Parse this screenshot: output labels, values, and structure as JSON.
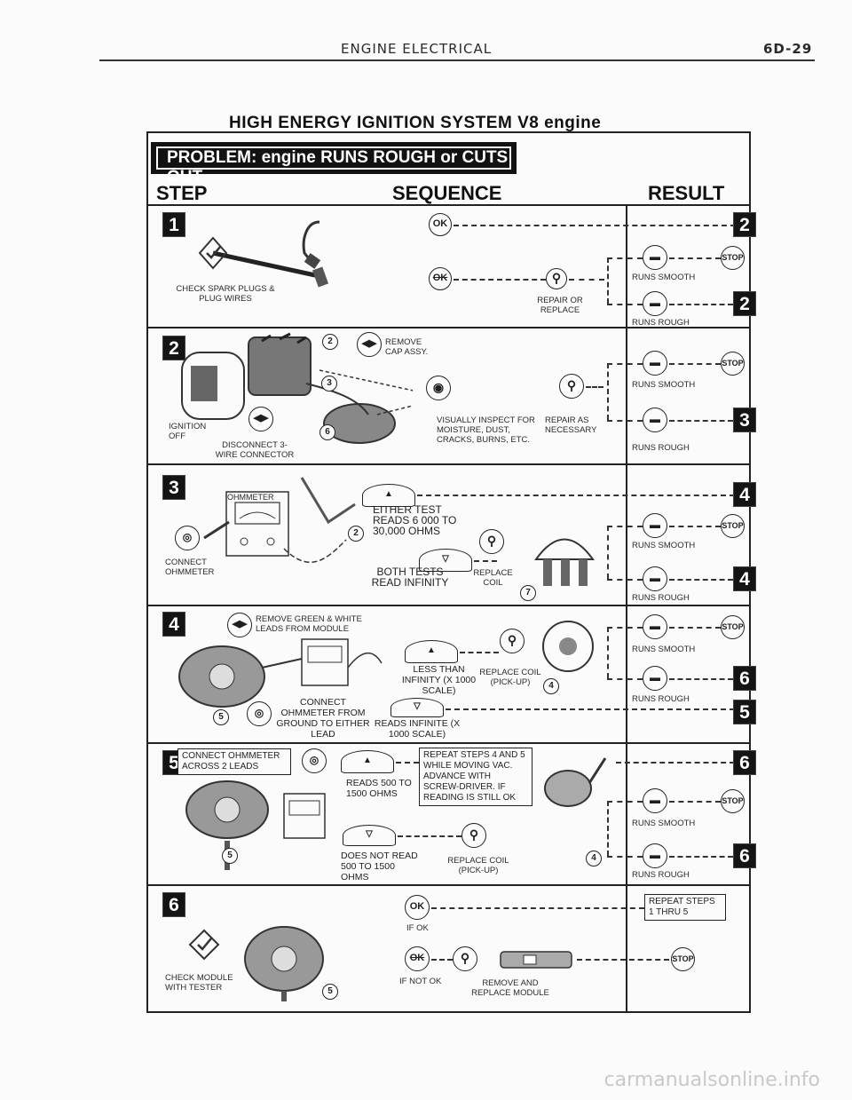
{
  "header": {
    "section": "ENGINE ELECTRICAL",
    "page": "6D-29"
  },
  "title": "HIGH ENERGY IGNITION SYSTEM V8 engine",
  "problem": "PROBLEM: engine RUNS ROUGH or CUTS OUT",
  "columns": {
    "step": "STEP",
    "sequence": "SEQUENCE",
    "result": "RESULT"
  },
  "symbols": {
    "ok": "OK",
    "stop": "STOP"
  },
  "steps": [
    {
      "num": "1",
      "action": "CHECK SPARK PLUGS & PLUG WIRES",
      "repair": "REPAIR OR REPLACE",
      "smooth": "RUNS SMOOTH",
      "rough": "RUNS ROUGH",
      "ok_next": "2",
      "rough_next": "2"
    },
    {
      "num": "2",
      "ref2": "2",
      "remove": "REMOVE CAP ASSY.",
      "ref3": "3",
      "ref6": "6",
      "inspect": "VISUALLY INSPECT FOR MOISTURE, DUST, CRACKS, BURNS, ETC.",
      "repair": "REPAIR AS NECESSARY",
      "ignition": "IGNITION OFF",
      "disconnect": "DISCONNECT 3-WIRE CONNECTOR",
      "smooth": "RUNS SMOOTH",
      "rough": "RUNS ROUGH",
      "rough_next": "3"
    },
    {
      "num": "3",
      "ohmmeter": "OHMMETER",
      "connect": "CONNECT OHMMETER",
      "either": "EITHER TEST READS 6 000 TO 30,000 OHMS",
      "ref2": "2",
      "both": "BOTH TESTS READ INFINITY",
      "replace": "REPLACE COIL",
      "ref7": "7",
      "either_next": "4",
      "smooth": "RUNS SMOOTH",
      "rough": "RUNS ROUGH",
      "rough_next": "4"
    },
    {
      "num": "4",
      "remove": "REMOVE GREEN & WHITE LEADS FROM MODULE",
      "less": "LESS THAN INFINITY (X 1000 SCALE)",
      "replace": "REPLACE COIL (PICK-UP)",
      "ref4": "4",
      "connect": "CONNECT OHMMETER FROM GROUND TO EITHER LEAD",
      "reads": "READS INFINITE (X 1000 SCALE)",
      "ref5": "5",
      "smooth": "RUNS SMOOTH",
      "rough": "RUNS ROUGH",
      "rough_next": "6",
      "inf_next": "5"
    },
    {
      "num": "5",
      "connect": "CONNECT OHMMETER ACROSS 2 LEADS",
      "reads": "READS 500 TO 1500 OHMS",
      "repeat": "REPEAT STEPS 4 AND 5 WHILE MOVING VAC. ADVANCE WITH SCREW-DRIVER. IF READING IS STILL OK",
      "does_not": "DOES NOT READ 500 TO 1500 OHMS",
      "replace": "REPLACE COIL (PICK-UP)",
      "ref4": "4",
      "ref5": "5",
      "repeat_next": "6",
      "smooth": "RUNS SMOOTH",
      "rough": "RUNS ROUGH",
      "rough_next": "6"
    },
    {
      "num": "6",
      "check": "CHECK MODULE WITH TESTER",
      "ifok": "IF OK",
      "ifnotok": "IF NOT OK",
      "replace": "REMOVE AND REPLACE MODULE",
      "repeat": "REPEAT STEPS 1 THRU 5",
      "ref5": "5"
    }
  ],
  "watermark": "carmanualsonline.info"
}
